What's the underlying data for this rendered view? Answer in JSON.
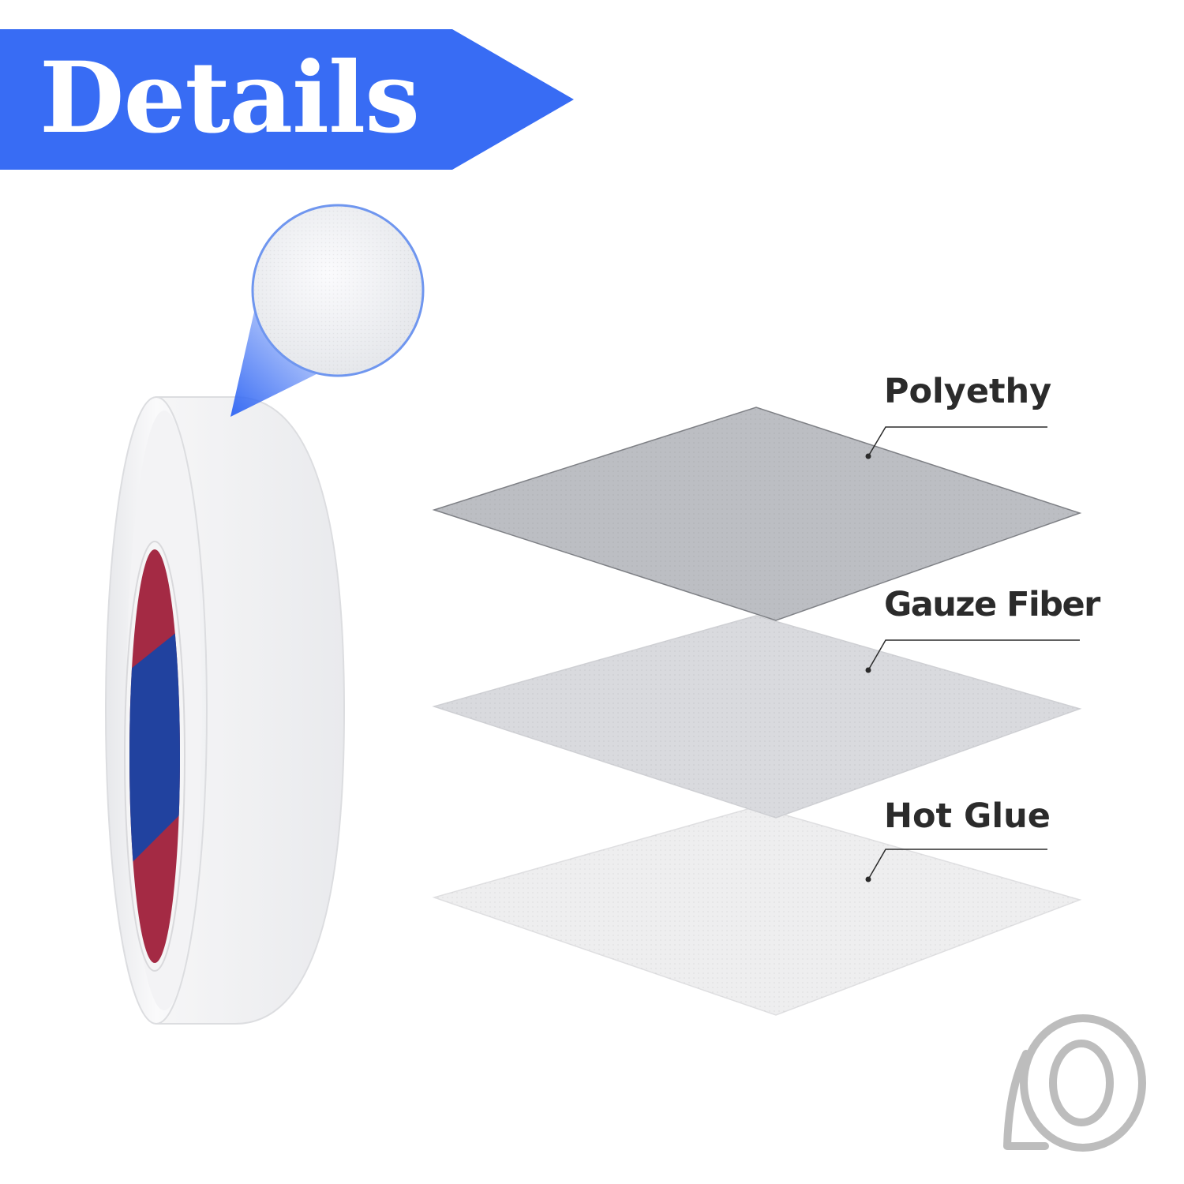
{
  "banner": {
    "title": "Details",
    "color": "#386cf4",
    "text_color": "#ffffff"
  },
  "tape_roll": {
    "body_color": "#f4f4f6",
    "core_colors": [
      "#a42a44",
      "#21429f"
    ],
    "zoom_circle_border": "#6f96ef",
    "zoom_beam_color": "#386cf4"
  },
  "layers": [
    {
      "label": "Polyethy",
      "sheet_color": "#bcbec3"
    },
    {
      "label": "Gauze Fiber",
      "sheet_color": "#d9dade"
    },
    {
      "label": "Hot Glue",
      "sheet_color": "#eeeeef"
    }
  ],
  "leader_line_color": "#2b2b2b",
  "icons": {
    "tape_outline": "tape-roll-outline-icon",
    "tape_outline_color": "#bdbdbd"
  }
}
